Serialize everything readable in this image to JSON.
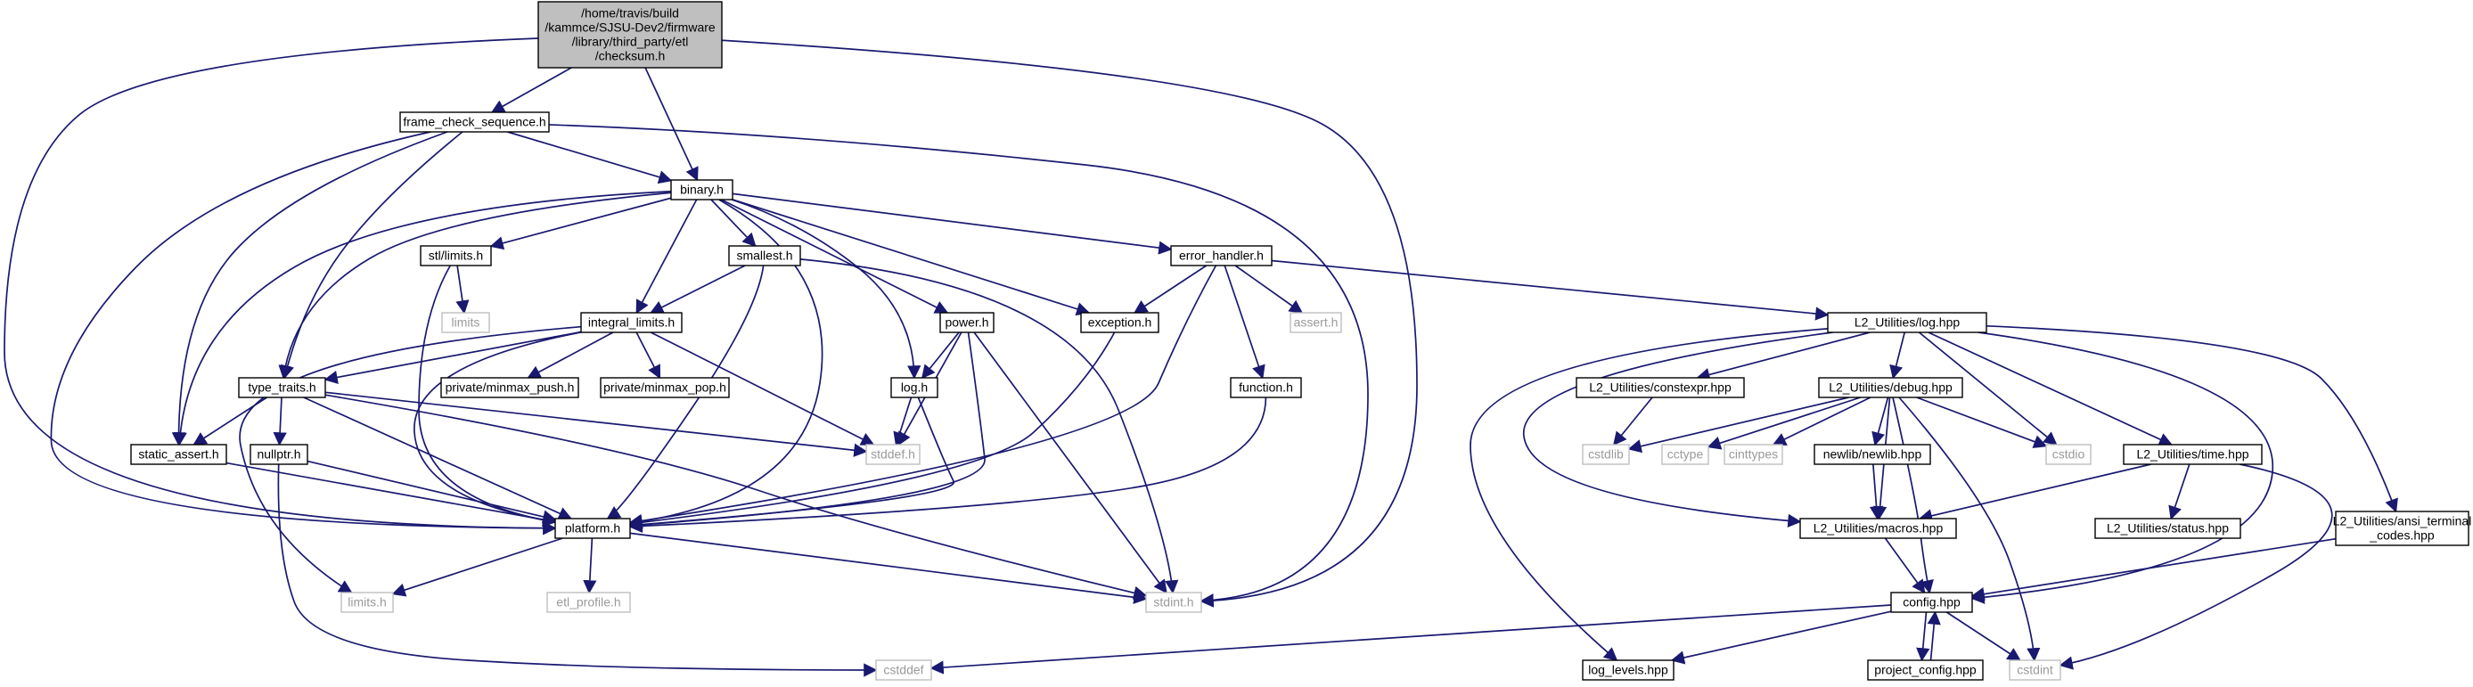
{
  "graph": {
    "title": "",
    "colors": {
      "edge": "#191970",
      "root_fill": "#bfbfbf",
      "std_border": "#bfbfbf",
      "local_border": "#000000"
    },
    "nodes": [
      {
        "id": "checksum",
        "kind": "root",
        "lines": [
          "/home/travis/build",
          "/kammce/SJSU-Dev2/firmware",
          "/library/third_party/etl",
          "/checksum.h"
        ]
      },
      {
        "id": "frame_check_sequence",
        "kind": "local",
        "lines": [
          "frame_check_sequence.h"
        ]
      },
      {
        "id": "binary",
        "kind": "local",
        "lines": [
          "binary.h"
        ]
      },
      {
        "id": "stl_limits",
        "kind": "local",
        "lines": [
          "stl/limits.h"
        ]
      },
      {
        "id": "smallest",
        "kind": "local",
        "lines": [
          "smallest.h"
        ]
      },
      {
        "id": "error_handler",
        "kind": "local",
        "lines": [
          "error_handler.h"
        ]
      },
      {
        "id": "limits",
        "kind": "std",
        "lines": [
          "limits"
        ]
      },
      {
        "id": "integral_limits",
        "kind": "local",
        "lines": [
          "integral_limits.h"
        ]
      },
      {
        "id": "power",
        "kind": "local",
        "lines": [
          "power.h"
        ]
      },
      {
        "id": "exception",
        "kind": "local",
        "lines": [
          "exception.h"
        ]
      },
      {
        "id": "assert",
        "kind": "std",
        "lines": [
          "assert.h"
        ]
      },
      {
        "id": "type_traits",
        "kind": "local",
        "lines": [
          "type_traits.h"
        ]
      },
      {
        "id": "minmax_push",
        "kind": "local",
        "lines": [
          "private/minmax_push.h"
        ]
      },
      {
        "id": "minmax_pop",
        "kind": "local",
        "lines": [
          "private/minmax_pop.h"
        ]
      },
      {
        "id": "log_h",
        "kind": "local",
        "lines": [
          "log.h"
        ]
      },
      {
        "id": "function",
        "kind": "local",
        "lines": [
          "function.h"
        ]
      },
      {
        "id": "static_assert",
        "kind": "local",
        "lines": [
          "static_assert.h"
        ]
      },
      {
        "id": "nullptr",
        "kind": "local",
        "lines": [
          "nullptr.h"
        ]
      },
      {
        "id": "stddef",
        "kind": "std",
        "lines": [
          "stddef.h"
        ]
      },
      {
        "id": "platform",
        "kind": "local",
        "lines": [
          "platform.h"
        ]
      },
      {
        "id": "limits_h",
        "kind": "std",
        "lines": [
          "limits.h"
        ]
      },
      {
        "id": "etl_profile",
        "kind": "std",
        "lines": [
          "etl_profile.h"
        ]
      },
      {
        "id": "stdint_h",
        "kind": "std",
        "lines": [
          "stdint.h"
        ]
      },
      {
        "id": "cstddef",
        "kind": "std",
        "lines": [
          "cstddef"
        ]
      },
      {
        "id": "l2_log",
        "kind": "local",
        "lines": [
          "L2_Utilities/log.hpp"
        ]
      },
      {
        "id": "l2_constexpr",
        "kind": "local",
        "lines": [
          "L2_Utilities/constexpr.hpp"
        ]
      },
      {
        "id": "l2_debug",
        "kind": "local",
        "lines": [
          "L2_Utilities/debug.hpp"
        ]
      },
      {
        "id": "cstdlib",
        "kind": "std",
        "lines": [
          "cstdlib"
        ]
      },
      {
        "id": "cctype",
        "kind": "std",
        "lines": [
          "cctype"
        ]
      },
      {
        "id": "cinttypes",
        "kind": "std",
        "lines": [
          "cinttypes"
        ]
      },
      {
        "id": "newlib",
        "kind": "local",
        "lines": [
          "newlib/newlib.hpp"
        ]
      },
      {
        "id": "cstdio",
        "kind": "std",
        "lines": [
          "cstdio"
        ]
      },
      {
        "id": "l2_time",
        "kind": "local",
        "lines": [
          "L2_Utilities/time.hpp"
        ]
      },
      {
        "id": "l2_ansi",
        "kind": "local",
        "lines": [
          "L2_Utilities/ansi_terminal",
          "_codes.hpp"
        ]
      },
      {
        "id": "l2_macros",
        "kind": "local",
        "lines": [
          "L2_Utilities/macros.hpp"
        ]
      },
      {
        "id": "l2_status",
        "kind": "local",
        "lines": [
          "L2_Utilities/status.hpp"
        ]
      },
      {
        "id": "config",
        "kind": "local",
        "lines": [
          "config.hpp"
        ]
      },
      {
        "id": "log_levels",
        "kind": "local",
        "lines": [
          "log_levels.hpp"
        ]
      },
      {
        "id": "project_config",
        "kind": "local",
        "lines": [
          "project_config.hpp"
        ]
      },
      {
        "id": "cstdint",
        "kind": "std",
        "lines": [
          "cstdint"
        ]
      }
    ]
  }
}
